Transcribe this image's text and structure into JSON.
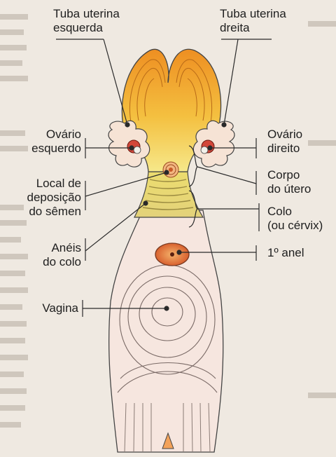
{
  "labels": {
    "tuba_esquerda": [
      "Tuba uterina",
      "esquerda"
    ],
    "tuba_direita": [
      "Tuba uterina",
      "dreita"
    ],
    "ovario_esquerdo": [
      "Ovário",
      "esquerdo"
    ],
    "ovario_direito": [
      "Ovário",
      "direito"
    ],
    "local_deposicao": [
      "Local de",
      "deposição",
      "do sêmen"
    ],
    "corpo_utero": [
      "Corpo",
      "do útero"
    ],
    "colo": [
      "Colo",
      "(ou cérvix)"
    ],
    "aneis_colo": [
      "Anéis",
      "do colo"
    ],
    "primeiro_anel": "1º anel",
    "vagina": "Vagina"
  },
  "colors": {
    "horn_orange": "#ef9a2a",
    "horn_yellow": "#f6d94a",
    "cervix_yellow": "#e8d96a",
    "body_pink": "#f6e6df",
    "ovary_red": "#d2473a",
    "leader_line": "#2a2a2a"
  }
}
